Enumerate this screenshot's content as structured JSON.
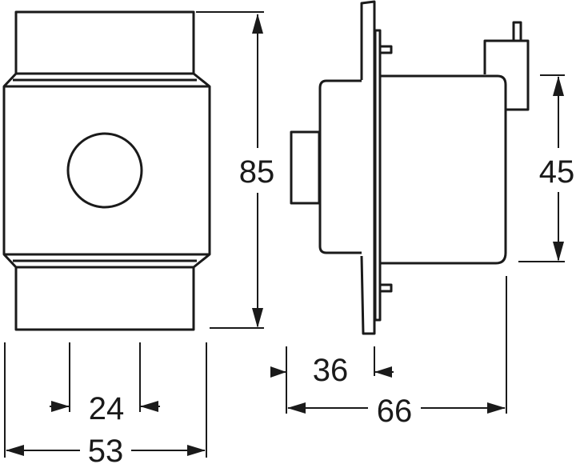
{
  "title": "Dimension drawing",
  "colors": {
    "line": "#1a1a1a",
    "background": "#ffffff"
  },
  "dimensions": {
    "height_total": "85",
    "depth_body": "45",
    "width_center": "24",
    "width_total": "53",
    "depth_front": "36",
    "depth_total": "66"
  }
}
